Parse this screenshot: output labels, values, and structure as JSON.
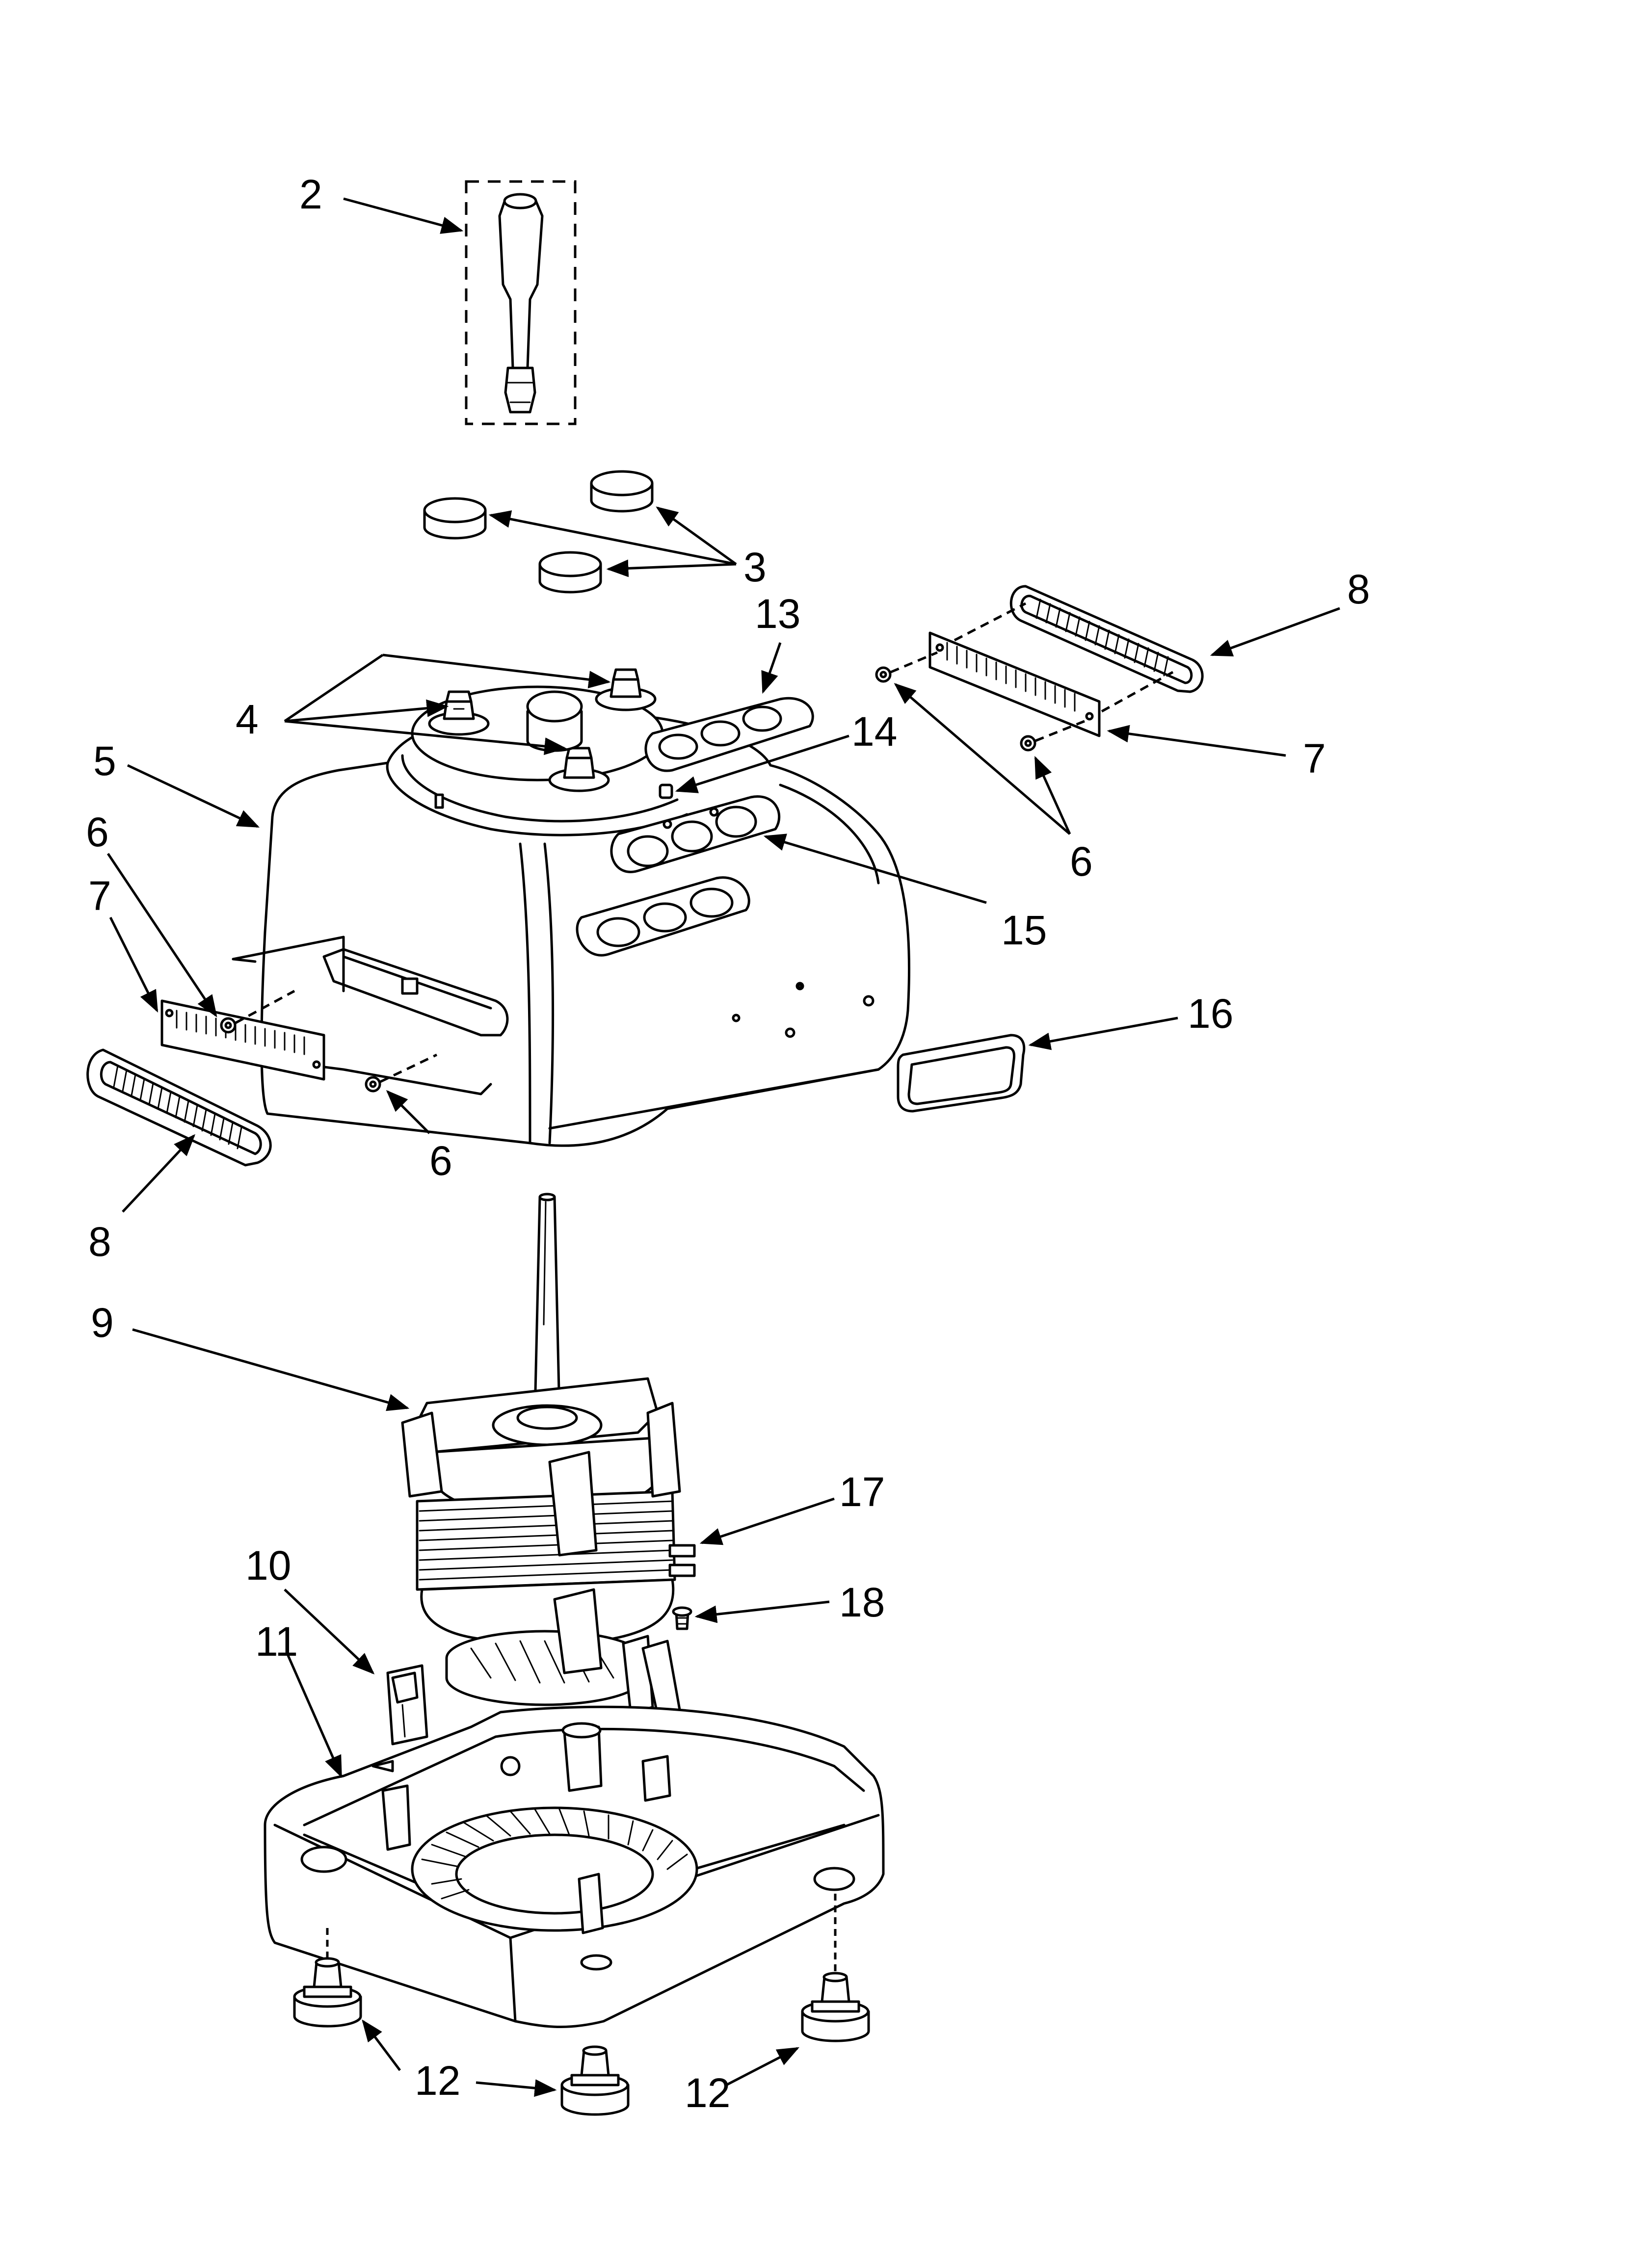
{
  "diagram": {
    "callouts": {
      "c2": "2",
      "c3": "3",
      "c4": "4",
      "c5": "5",
      "c6a": "6",
      "c7a": "7",
      "c6b": "6",
      "c8a": "8",
      "c8b": "8",
      "c7b": "7",
      "c6c": "6",
      "c13": "13",
      "c14": "14",
      "c15": "15",
      "c16": "16",
      "c9": "9",
      "c17": "17",
      "c18": "18",
      "c10": "10",
      "c11": "11",
      "c12a": "12",
      "c12b": "12"
    }
  }
}
